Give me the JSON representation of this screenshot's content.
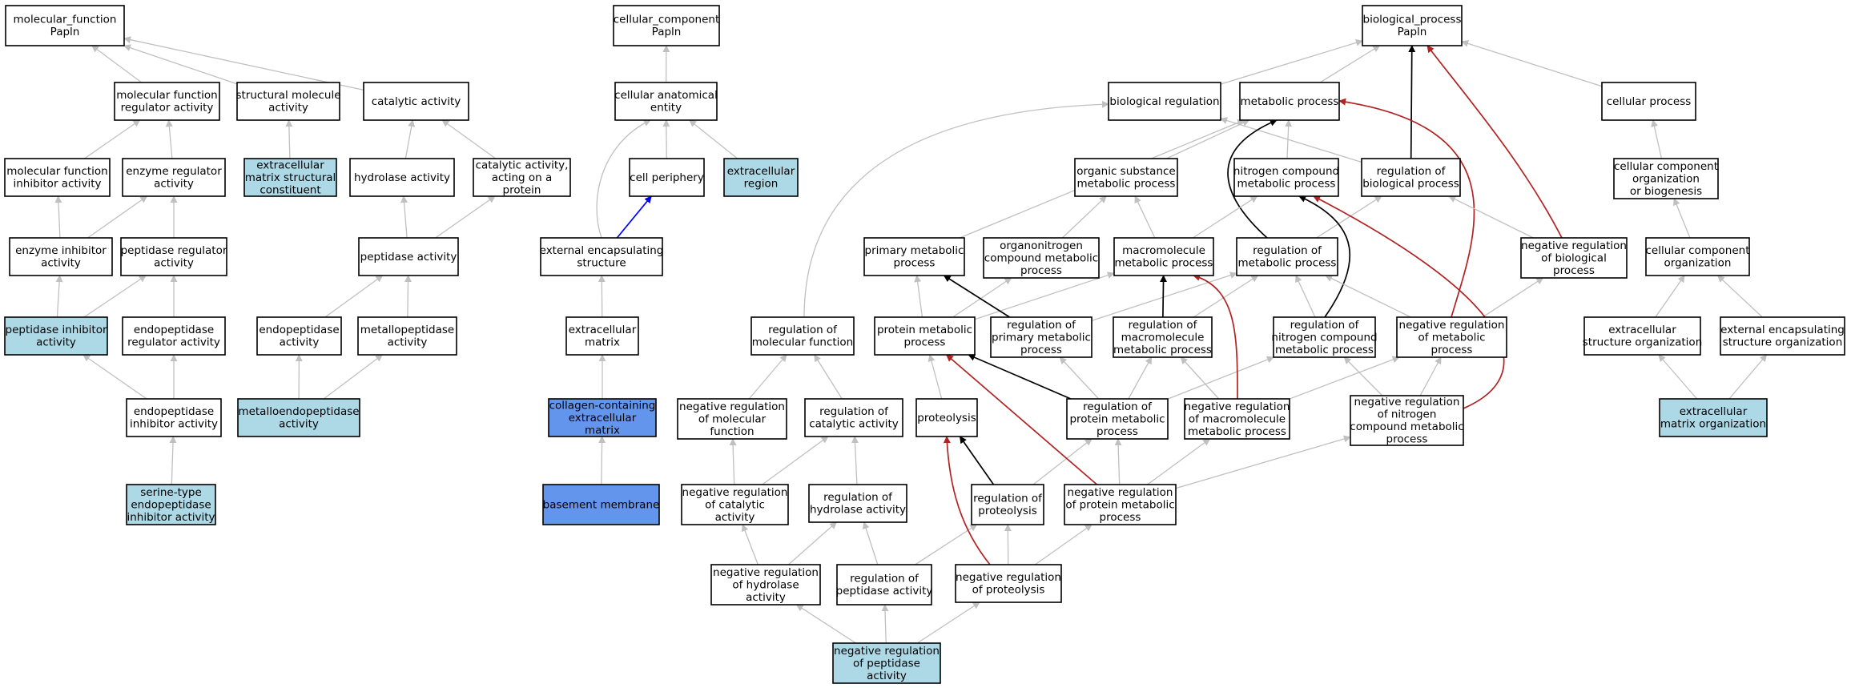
{
  "colors": {
    "default": "#ffffff",
    "light": "#add8e6",
    "dark": "#6495ed",
    "edge_gray": "#c0c0c0",
    "edge_black": "#000000",
    "edge_red": "#b22222",
    "edge_blue": "#0000ff"
  },
  "nodes": [
    {
      "id": "mf_root",
      "lines": [
        "molecular_function",
        "Papln"
      ],
      "fill": "default"
    },
    {
      "id": "mf_regulator",
      "lines": [
        "molecular function",
        "regulator activity"
      ],
      "fill": "default"
    },
    {
      "id": "structural_mol",
      "lines": [
        "structural molecule",
        "activity"
      ],
      "fill": "default"
    },
    {
      "id": "catalytic",
      "lines": [
        "catalytic activity"
      ],
      "fill": "default"
    },
    {
      "id": "mf_inhibitor",
      "lines": [
        "molecular function",
        "inhibitor activity"
      ],
      "fill": "default"
    },
    {
      "id": "enzyme_regulator",
      "lines": [
        "enzyme regulator",
        "activity"
      ],
      "fill": "default"
    },
    {
      "id": "ecm_structural",
      "lines": [
        "extracellular",
        "matrix structural",
        "constituent"
      ],
      "fill": "light"
    },
    {
      "id": "hydrolase",
      "lines": [
        "hydrolase activity"
      ],
      "fill": "default"
    },
    {
      "id": "catalytic_protein",
      "lines": [
        "catalytic activity,",
        "acting on a",
        "protein"
      ],
      "fill": "default"
    },
    {
      "id": "enzyme_inhibitor",
      "lines": [
        "enzyme inhibitor",
        "activity"
      ],
      "fill": "default"
    },
    {
      "id": "peptidase_regulator",
      "lines": [
        "peptidase regulator",
        "activity"
      ],
      "fill": "default"
    },
    {
      "id": "peptidase_activity",
      "lines": [
        "peptidase activity"
      ],
      "fill": "default"
    },
    {
      "id": "peptidase_inhibitor",
      "lines": [
        "peptidase inhibitor",
        "activity"
      ],
      "fill": "light"
    },
    {
      "id": "endopeptidase_regulator",
      "lines": [
        "endopeptidase",
        "regulator activity"
      ],
      "fill": "default"
    },
    {
      "id": "endopeptidase_activity",
      "lines": [
        "endopeptidase",
        "activity"
      ],
      "fill": "default"
    },
    {
      "id": "metallopeptidase",
      "lines": [
        "metallopeptidase",
        "activity"
      ],
      "fill": "default"
    },
    {
      "id": "endopeptidase_inhibitor",
      "lines": [
        "endopeptidase",
        "inhibitor activity"
      ],
      "fill": "default"
    },
    {
      "id": "metalloendopeptidase",
      "lines": [
        "metalloendopeptidase",
        "activity"
      ],
      "fill": "light"
    },
    {
      "id": "serine_inhibitor",
      "lines": [
        "serine-type",
        "endopeptidase",
        "inhibitor activity"
      ],
      "fill": "light"
    },
    {
      "id": "cc_root",
      "lines": [
        "cellular_component",
        "Papln"
      ],
      "fill": "default"
    },
    {
      "id": "cell_anat",
      "lines": [
        "cellular anatomical",
        "entity"
      ],
      "fill": "default"
    },
    {
      "id": "cell_periphery",
      "lines": [
        "cell periphery"
      ],
      "fill": "default"
    },
    {
      "id": "extracellular_region",
      "lines": [
        "extracellular",
        "region"
      ],
      "fill": "light"
    },
    {
      "id": "ext_encaps",
      "lines": [
        "external encapsulating",
        "structure"
      ],
      "fill": "default"
    },
    {
      "id": "ecm",
      "lines": [
        "extracellular",
        "matrix"
      ],
      "fill": "default"
    },
    {
      "id": "collagen_ecm",
      "lines": [
        "collagen-containing",
        "extracellular",
        "matrix"
      ],
      "fill": "dark"
    },
    {
      "id": "basement_membrane",
      "lines": [
        "basement membrane"
      ],
      "fill": "dark"
    },
    {
      "id": "bp_root",
      "lines": [
        "biological_process",
        "Papln"
      ],
      "fill": "default"
    },
    {
      "id": "bio_reg",
      "lines": [
        "biological regulation"
      ],
      "fill": "default"
    },
    {
      "id": "metabolic",
      "lines": [
        "metabolic process"
      ],
      "fill": "default"
    },
    {
      "id": "cellular_process",
      "lines": [
        "cellular process"
      ],
      "fill": "default"
    },
    {
      "id": "organic_subst",
      "lines": [
        "organic substance",
        "metabolic process"
      ],
      "fill": "default"
    },
    {
      "id": "nitrogen_comp",
      "lines": [
        "nitrogen compound",
        "metabolic process"
      ],
      "fill": "default"
    },
    {
      "id": "reg_bio",
      "lines": [
        "regulation of",
        "biological process"
      ],
      "fill": "default"
    },
    {
      "id": "cc_org_bio",
      "lines": [
        "cellular component",
        "organization",
        "or biogenesis"
      ],
      "fill": "default"
    },
    {
      "id": "primary_met",
      "lines": [
        "primary metabolic",
        "process"
      ],
      "fill": "default"
    },
    {
      "id": "organonitrogen",
      "lines": [
        "organonitrogen",
        "compound metabolic",
        "process"
      ],
      "fill": "default"
    },
    {
      "id": "macromolecule",
      "lines": [
        "macromolecule",
        "metabolic process"
      ],
      "fill": "default"
    },
    {
      "id": "reg_met",
      "lines": [
        "regulation of",
        "metabolic process"
      ],
      "fill": "default"
    },
    {
      "id": "neg_reg_bio",
      "lines": [
        "negative regulation",
        "of biological",
        "process"
      ],
      "fill": "default"
    },
    {
      "id": "cc_org",
      "lines": [
        "cellular component",
        "organization"
      ],
      "fill": "default"
    },
    {
      "id": "reg_mol_func",
      "lines": [
        "regulation of",
        "molecular function"
      ],
      "fill": "default"
    },
    {
      "id": "protein_met",
      "lines": [
        "protein metabolic",
        "process"
      ],
      "fill": "default"
    },
    {
      "id": "reg_primary",
      "lines": [
        "regulation of",
        "primary metabolic",
        "process"
      ],
      "fill": "default"
    },
    {
      "id": "reg_macro",
      "lines": [
        "regulation of",
        "macromolecule",
        "metabolic process"
      ],
      "fill": "default"
    },
    {
      "id": "reg_nitrogen",
      "lines": [
        "regulation of",
        "nitrogen compound",
        "metabolic process"
      ],
      "fill": "default"
    },
    {
      "id": "neg_reg_met",
      "lines": [
        "negative regulation",
        "of metabolic",
        "process"
      ],
      "fill": "default"
    },
    {
      "id": "ext_struct_org",
      "lines": [
        "extracellular",
        "structure organization"
      ],
      "fill": "default"
    },
    {
      "id": "ext_encaps_org",
      "lines": [
        "external encapsulating",
        "structure organization"
      ],
      "fill": "default"
    },
    {
      "id": "neg_reg_mol",
      "lines": [
        "negative regulation",
        "of molecular",
        "function"
      ],
      "fill": "default"
    },
    {
      "id": "reg_catalytic",
      "lines": [
        "regulation of",
        "catalytic activity"
      ],
      "fill": "default"
    },
    {
      "id": "proteolysis",
      "lines": [
        "proteolysis"
      ],
      "fill": "default"
    },
    {
      "id": "reg_protein_met",
      "lines": [
        "regulation of",
        "protein metabolic",
        "process"
      ],
      "fill": "default"
    },
    {
      "id": "neg_reg_macro",
      "lines": [
        "negative regulation",
        "of macromolecule",
        "metabolic process"
      ],
      "fill": "default"
    },
    {
      "id": "neg_reg_nitrogen",
      "lines": [
        "negative regulation",
        "of nitrogen",
        "compound metabolic",
        "process"
      ],
      "fill": "default"
    },
    {
      "id": "ecm_org",
      "lines": [
        "extracellular",
        "matrix organization"
      ],
      "fill": "light"
    },
    {
      "id": "neg_reg_catalytic",
      "lines": [
        "negative regulation",
        "of catalytic",
        "activity"
      ],
      "fill": "default"
    },
    {
      "id": "reg_hydrolase",
      "lines": [
        "regulation of",
        "hydrolase activity"
      ],
      "fill": "default"
    },
    {
      "id": "reg_proteolysis",
      "lines": [
        "regulation of",
        "proteolysis"
      ],
      "fill": "default"
    },
    {
      "id": "neg_reg_protein_met",
      "lines": [
        "negative regulation",
        "of protein metabolic",
        "process"
      ],
      "fill": "default"
    },
    {
      "id": "neg_reg_hydrolase",
      "lines": [
        "negative regulation",
        "of hydrolase",
        "activity"
      ],
      "fill": "default"
    },
    {
      "id": "reg_peptidase",
      "lines": [
        "regulation of",
        "peptidase activity"
      ],
      "fill": "default"
    },
    {
      "id": "neg_reg_proteolysis",
      "lines": [
        "negative regulation",
        "of proteolysis"
      ],
      "fill": "default"
    },
    {
      "id": "neg_reg_peptidase",
      "lines": [
        "negative regulation",
        "of peptidase",
        "activity"
      ],
      "fill": "light"
    }
  ],
  "edges": [
    {
      "from": "mf_regulator",
      "to": "mf_root",
      "color": "edge_gray"
    },
    {
      "from": "structural_mol",
      "to": "mf_root",
      "color": "edge_gray"
    },
    {
      "from": "catalytic",
      "to": "mf_root",
      "color": "edge_gray"
    },
    {
      "from": "mf_inhibitor",
      "to": "mf_regulator",
      "color": "edge_gray"
    },
    {
      "from": "enzyme_regulator",
      "to": "mf_regulator",
      "color": "edge_gray"
    },
    {
      "from": "ecm_structural",
      "to": "structural_mol",
      "color": "edge_gray"
    },
    {
      "from": "hydrolase",
      "to": "catalytic",
      "color": "edge_gray"
    },
    {
      "from": "catalytic_protein",
      "to": "catalytic",
      "color": "edge_gray"
    },
    {
      "from": "enzyme_inhibitor",
      "to": "mf_inhibitor",
      "color": "edge_gray"
    },
    {
      "from": "enzyme_inhibitor",
      "to": "enzyme_regulator",
      "color": "edge_gray"
    },
    {
      "from": "peptidase_regulator",
      "to": "enzyme_regulator",
      "color": "edge_gray"
    },
    {
      "from": "peptidase_activity",
      "to": "hydrolase",
      "color": "edge_gray"
    },
    {
      "from": "peptidase_activity",
      "to": "catalytic_protein",
      "color": "edge_gray"
    },
    {
      "from": "peptidase_inhibitor",
      "to": "enzyme_inhibitor",
      "color": "edge_gray"
    },
    {
      "from": "peptidase_inhibitor",
      "to": "peptidase_regulator",
      "color": "edge_gray"
    },
    {
      "from": "endopeptidase_regulator",
      "to": "peptidase_regulator",
      "color": "edge_gray"
    },
    {
      "from": "endopeptidase_activity",
      "to": "peptidase_activity",
      "color": "edge_gray"
    },
    {
      "from": "metallopeptidase",
      "to": "peptidase_activity",
      "color": "edge_gray"
    },
    {
      "from": "endopeptidase_inhibitor",
      "to": "peptidase_inhibitor",
      "color": "edge_gray"
    },
    {
      "from": "endopeptidase_inhibitor",
      "to": "endopeptidase_regulator",
      "color": "edge_gray"
    },
    {
      "from": "metalloendopeptidase",
      "to": "endopeptidase_activity",
      "color": "edge_gray"
    },
    {
      "from": "metalloendopeptidase",
      "to": "metallopeptidase",
      "color": "edge_gray"
    },
    {
      "from": "serine_inhibitor",
      "to": "endopeptidase_inhibitor",
      "color": "edge_gray"
    },
    {
      "from": "cell_anat",
      "to": "cc_root",
      "color": "edge_gray"
    },
    {
      "from": "cell_periphery",
      "to": "cell_anat",
      "color": "edge_gray"
    },
    {
      "from": "extracellular_region",
      "to": "cell_anat",
      "color": "edge_gray"
    },
    {
      "from": "ext_encaps",
      "to": "cell_anat",
      "color": "edge_gray"
    },
    {
      "from": "ext_encaps",
      "to": "cell_periphery",
      "color": "edge_blue"
    },
    {
      "from": "ecm",
      "to": "ext_encaps",
      "color": "edge_gray"
    },
    {
      "from": "collagen_ecm",
      "to": "ecm",
      "color": "edge_gray"
    },
    {
      "from": "basement_membrane",
      "to": "collagen_ecm",
      "color": "edge_gray"
    },
    {
      "from": "bio_reg",
      "to": "bp_root",
      "color": "edge_gray"
    },
    {
      "from": "metabolic",
      "to": "bp_root",
      "color": "edge_gray"
    },
    {
      "from": "cellular_process",
      "to": "bp_root",
      "color": "edge_gray"
    },
    {
      "from": "reg_bio",
      "to": "bp_root",
      "color": "edge_black"
    },
    {
      "from": "neg_reg_bio",
      "to": "bp_root",
      "color": "edge_red"
    },
    {
      "from": "organic_subst",
      "to": "metabolic",
      "color": "edge_gray"
    },
    {
      "from": "nitrogen_comp",
      "to": "metabolic",
      "color": "edge_gray"
    },
    {
      "from": "reg_bio",
      "to": "bio_reg",
      "color": "edge_gray"
    },
    {
      "from": "primary_met",
      "to": "metabolic",
      "color": "edge_gray"
    },
    {
      "from": "reg_met",
      "to": "metabolic",
      "color": "edge_black"
    },
    {
      "from": "neg_reg_met",
      "to": "metabolic",
      "color": "edge_red"
    },
    {
      "from": "cc_org_bio",
      "to": "cellular_process",
      "color": "edge_gray"
    },
    {
      "from": "organonitrogen",
      "to": "organic_subst",
      "color": "edge_gray"
    },
    {
      "from": "macromolecule",
      "to": "organic_subst",
      "color": "edge_gray"
    },
    {
      "from": "macromolecule",
      "to": "nitrogen_comp",
      "color": "edge_gray"
    },
    {
      "from": "reg_met",
      "to": "reg_bio",
      "color": "edge_gray"
    },
    {
      "from": "neg_reg_bio",
      "to": "reg_bio",
      "color": "edge_gray"
    },
    {
      "from": "cc_org",
      "to": "cc_org_bio",
      "color": "edge_gray"
    },
    {
      "from": "reg_mol_func",
      "to": "bio_reg",
      "color": "edge_gray"
    },
    {
      "from": "protein_met",
      "to": "primary_met",
      "color": "edge_gray"
    },
    {
      "from": "protein_met",
      "to": "organonitrogen",
      "color": "edge_gray"
    },
    {
      "from": "protein_met",
      "to": "macromolecule",
      "color": "edge_gray"
    },
    {
      "from": "reg_primary",
      "to": "primary_met",
      "color": "edge_black"
    },
    {
      "from": "reg_primary",
      "to": "reg_met",
      "color": "edge_gray"
    },
    {
      "from": "reg_macro",
      "to": "macromolecule",
      "color": "edge_black"
    },
    {
      "from": "reg_macro",
      "to": "reg_met",
      "color": "edge_gray"
    },
    {
      "from": "reg_nitrogen",
      "to": "nitrogen_comp",
      "color": "edge_black"
    },
    {
      "from": "reg_nitrogen",
      "to": "reg_met",
      "color": "edge_gray"
    },
    {
      "from": "neg_reg_met",
      "to": "reg_met",
      "color": "edge_gray"
    },
    {
      "from": "neg_reg_met",
      "to": "neg_reg_bio",
      "color": "edge_gray"
    },
    {
      "from": "ext_struct_org",
      "to": "cc_org",
      "color": "edge_gray"
    },
    {
      "from": "ext_encaps_org",
      "to": "cc_org",
      "color": "edge_gray"
    },
    {
      "from": "neg_reg_mol",
      "to": "reg_mol_func",
      "color": "edge_gray"
    },
    {
      "from": "reg_catalytic",
      "to": "reg_mol_func",
      "color": "edge_gray"
    },
    {
      "from": "proteolysis",
      "to": "protein_met",
      "color": "edge_gray"
    },
    {
      "from": "reg_protein_met",
      "to": "protein_met",
      "color": "edge_black"
    },
    {
      "from": "reg_protein_met",
      "to": "reg_primary",
      "color": "edge_gray"
    },
    {
      "from": "reg_protein_met",
      "to": "reg_macro",
      "color": "edge_gray"
    },
    {
      "from": "reg_protein_met",
      "to": "reg_nitrogen",
      "color": "edge_gray"
    },
    {
      "from": "neg_reg_macro",
      "to": "macromolecule",
      "color": "edge_red"
    },
    {
      "from": "neg_reg_macro",
      "to": "reg_macro",
      "color": "edge_gray"
    },
    {
      "from": "neg_reg_macro",
      "to": "neg_reg_met",
      "color": "edge_gray"
    },
    {
      "from": "neg_reg_nitrogen",
      "to": "nitrogen_comp",
      "color": "edge_red"
    },
    {
      "from": "neg_reg_nitrogen",
      "to": "reg_nitrogen",
      "color": "edge_gray"
    },
    {
      "from": "neg_reg_nitrogen",
      "to": "neg_reg_met",
      "color": "edge_gray"
    },
    {
      "from": "ecm_org",
      "to": "ext_struct_org",
      "color": "edge_gray"
    },
    {
      "from": "ecm_org",
      "to": "ext_encaps_org",
      "color": "edge_gray"
    },
    {
      "from": "neg_reg_catalytic",
      "to": "neg_reg_mol",
      "color": "edge_gray"
    },
    {
      "from": "neg_reg_catalytic",
      "to": "reg_catalytic",
      "color": "edge_gray"
    },
    {
      "from": "reg_hydrolase",
      "to": "reg_catalytic",
      "color": "edge_gray"
    },
    {
      "from": "reg_proteolysis",
      "to": "proteolysis",
      "color": "edge_black"
    },
    {
      "from": "reg_proteolysis",
      "to": "reg_protein_met",
      "color": "edge_gray"
    },
    {
      "from": "neg_reg_protein_met",
      "to": "protein_met",
      "color": "edge_red"
    },
    {
      "from": "neg_reg_protein_met",
      "to": "reg_protein_met",
      "color": "edge_gray"
    },
    {
      "from": "neg_reg_protein_met",
      "to": "neg_reg_macro",
      "color": "edge_gray"
    },
    {
      "from": "neg_reg_protein_met",
      "to": "neg_reg_nitrogen",
      "color": "edge_gray"
    },
    {
      "from": "neg_reg_hydrolase",
      "to": "neg_reg_catalytic",
      "color": "edge_gray"
    },
    {
      "from": "neg_reg_hydrolase",
      "to": "reg_hydrolase",
      "color": "edge_gray"
    },
    {
      "from": "reg_peptidase",
      "to": "reg_hydrolase",
      "color": "edge_gray"
    },
    {
      "from": "reg_peptidase",
      "to": "reg_proteolysis",
      "color": "edge_gray"
    },
    {
      "from": "neg_reg_proteolysis",
      "to": "proteolysis",
      "color": "edge_red"
    },
    {
      "from": "neg_reg_proteolysis",
      "to": "reg_proteolysis",
      "color": "edge_gray"
    },
    {
      "from": "neg_reg_proteolysis",
      "to": "neg_reg_protein_met",
      "color": "edge_gray"
    },
    {
      "from": "neg_reg_peptidase",
      "to": "neg_reg_hydrolase",
      "color": "edge_gray"
    },
    {
      "from": "neg_reg_peptidase",
      "to": "reg_peptidase",
      "color": "edge_gray"
    },
    {
      "from": "neg_reg_peptidase",
      "to": "neg_reg_proteolysis",
      "color": "edge_gray"
    }
  ]
}
